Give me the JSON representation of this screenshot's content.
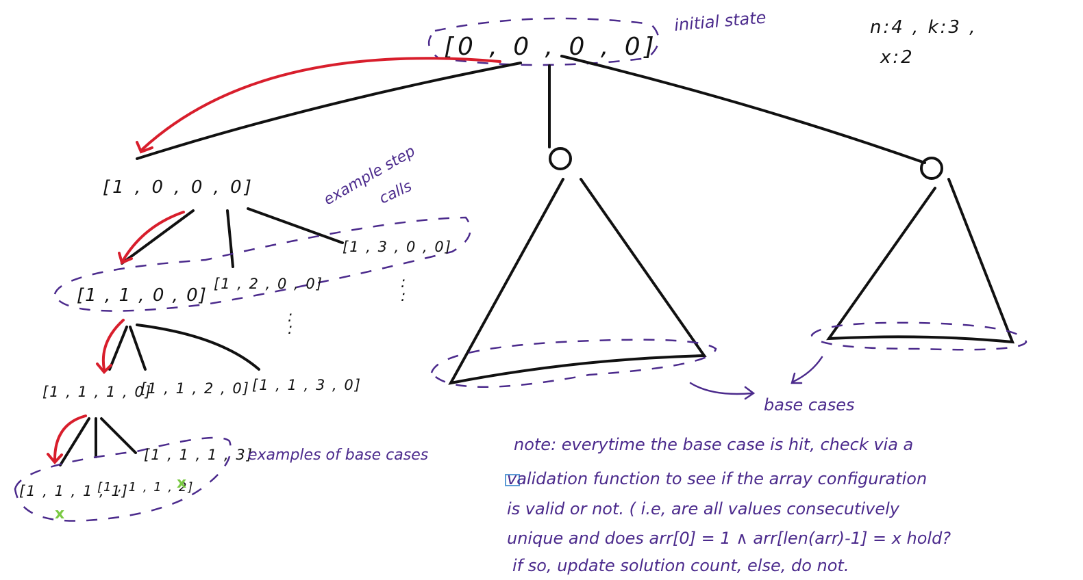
{
  "params": {
    "line1": "n:4 , k:3 ,",
    "line2": "x:2"
  },
  "root": {
    "label": "[0 , 0 , 0 , 0]",
    "annotation": "initial state"
  },
  "level1": {
    "node": "[1 , 0 , 0 , 0]",
    "annotation_line1": "example step",
    "annotation_line2": "calls"
  },
  "level2": {
    "nodes": [
      "[1 , 1 , 0 , 0]",
      "[1 , 2 , 0 , 0]",
      "[1 , 3 , 0 , 0]"
    ]
  },
  "level3": {
    "nodes": [
      "[1 , 1 , 1 , 0]",
      "[1 , 1 , 2 , 0]",
      "[1 , 1 , 3 , 0]"
    ]
  },
  "level4": {
    "nodes": [
      "[1 , 1 , 1 , 1]",
      "[1 , 1 , 1 , 2]",
      "[1 , 1 , 1 , 3]"
    ],
    "annotation": "examples of base cases",
    "invalid_mark": "x"
  },
  "ellipsis": ":",
  "base_cases_label": "base cases",
  "note_lines": [
    "note: everytime the base case is hit, check via a",
    "validation function to see if the array configuration",
    "is valid or not. ( i.e, are all values consecutively",
    "unique and does arr[0] = 1 ∧ arr[len(arr)-1] = x hold?",
    "if so, update solution count, else, do not."
  ],
  "colors": {
    "ink": "#111111",
    "recursion_arrow": "#d81e2c",
    "annotation": "#4b2a8c",
    "invalid_mark": "#7ac943",
    "cursor_box": "#5b9bd5"
  }
}
